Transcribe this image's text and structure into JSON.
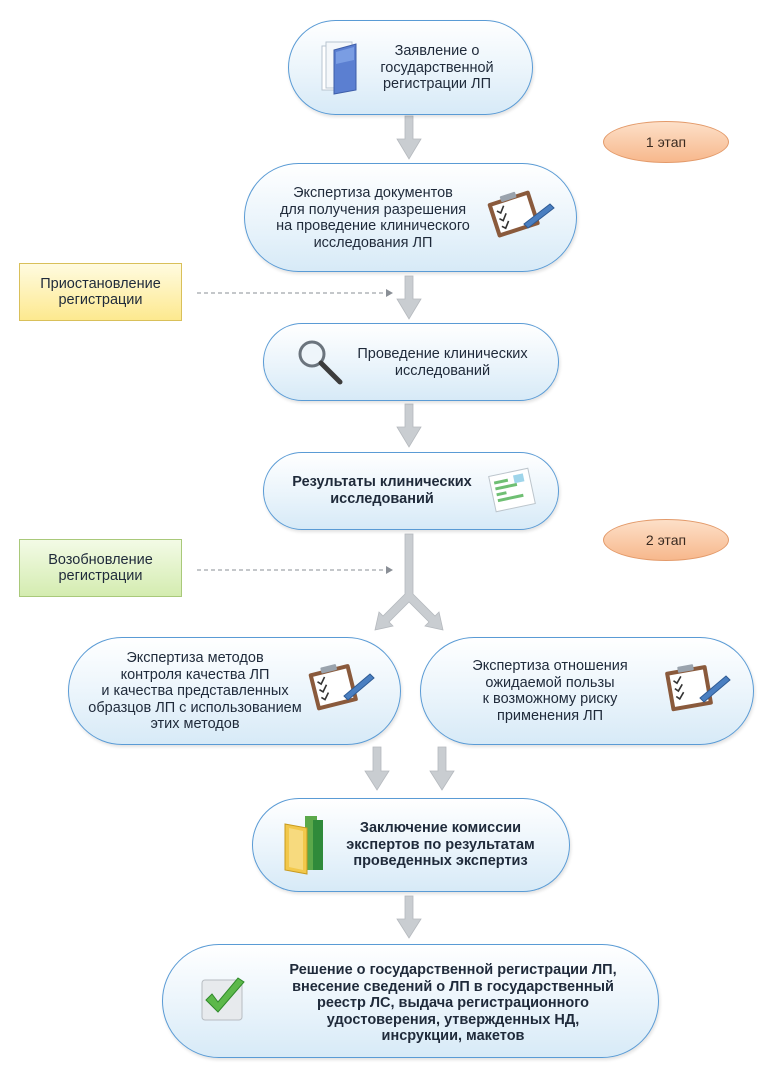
{
  "steps": {
    "application": "Заявление о\nгосударственной\nрегистрации ЛП",
    "docs_expertise": "Экспертиза документов\nдля получения разрешения\nна проведение клинического\nисследования ЛП",
    "clinical_trials": "Проведение клинических\nисследований",
    "clinical_results": "Результаты клинических\nисследований",
    "quality_expertise": "Экспертиза методов\nконтроля качества ЛП\nи качества представленных\nобразцов ЛП с использованием\nэтих методов",
    "benefit_risk": "Экспертиза отношения\nожидаемой пользы\nк возможному риску\nприменения ЛП",
    "commission": "Заключение комиссии\nэкспертов по результатам\nпроведенных экспертиз",
    "decision": "Решение о государственной регистрации ЛП,\nвнесение сведений о ЛП в государственный\nреестр ЛС, выдача регистрационного\nудостоверения, утвержденных НД,\nинсрукции, макетов"
  },
  "stages": {
    "stage1": "1 этап",
    "stage2": "2 этап"
  },
  "side_notes": {
    "suspension": "Приостановление\nрегистрации",
    "resumption": "Возобновление\nрегистрации"
  },
  "colors": {
    "pill_border": "#5a9bd5",
    "stage_fill": "#f7b88c",
    "suspension_fill": "#fff1a8",
    "resumption_fill": "#e2f1c9",
    "arrow": "#c4c8cc"
  }
}
